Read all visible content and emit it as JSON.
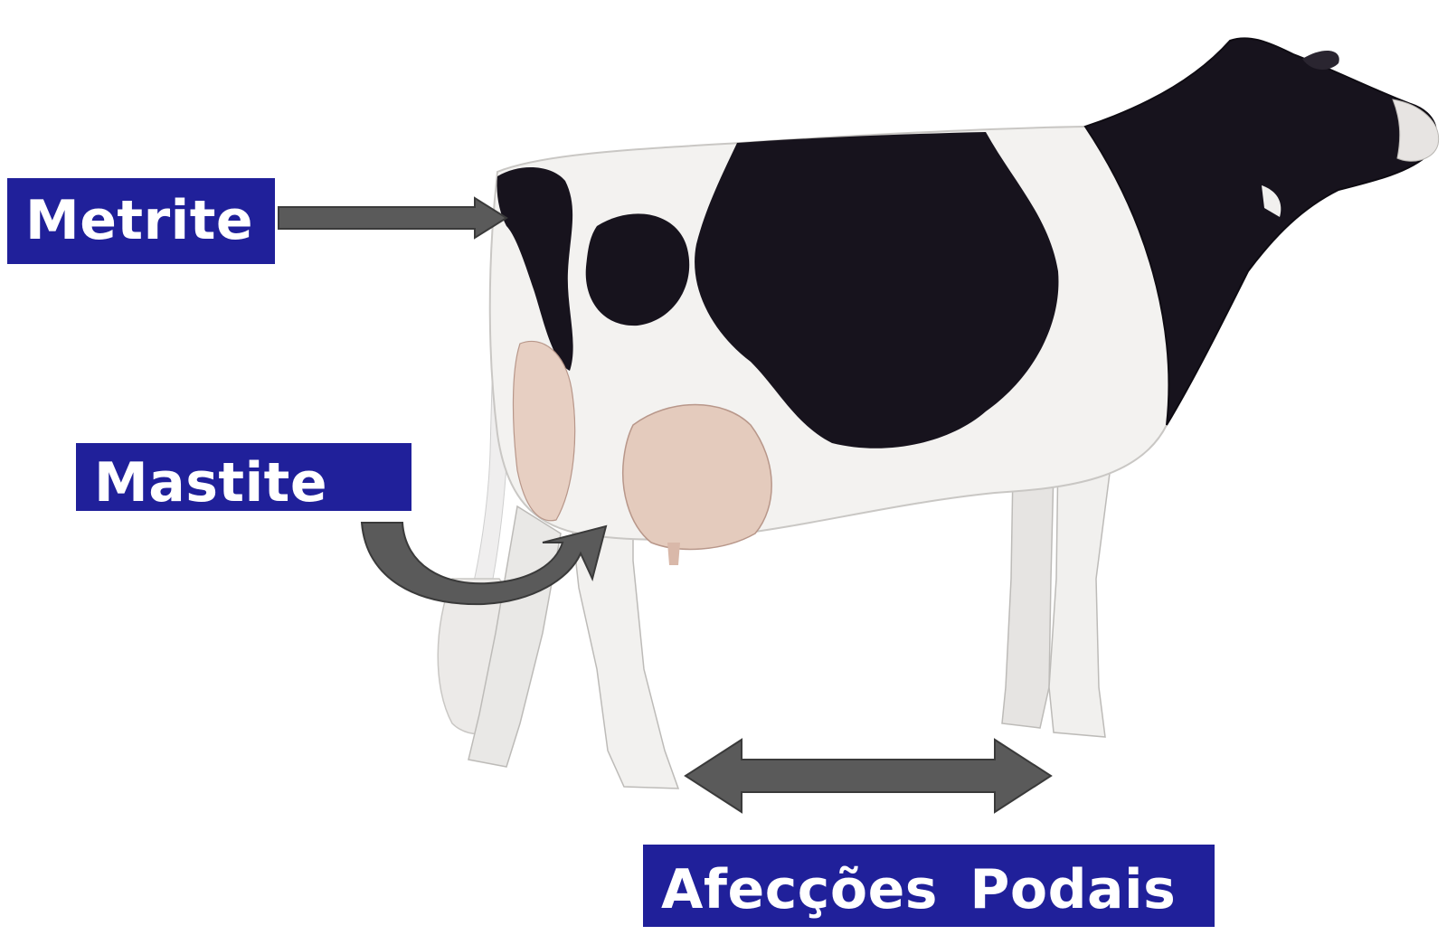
{
  "diagram": {
    "labels": {
      "metrite": "Metrite",
      "mastite": "Mastite",
      "afeccoes_podais": "Afecções Podais"
    },
    "colors": {
      "label_background": "#20209a",
      "label_text": "#ffffff",
      "arrow_fill": "#5a5a5a",
      "arrow_stroke": "#3a3a3a",
      "cow_black": "#15121c",
      "cow_white": "#f3f2f0",
      "udder_pink": "#e4cbbd"
    },
    "icons": {
      "cow": "holstein-cow-illustration",
      "metrite_arrow": "right-arrow-icon",
      "mastite_arrow": "curved-arrow-icon",
      "podais_arrow": "double-arrow-icon"
    }
  }
}
